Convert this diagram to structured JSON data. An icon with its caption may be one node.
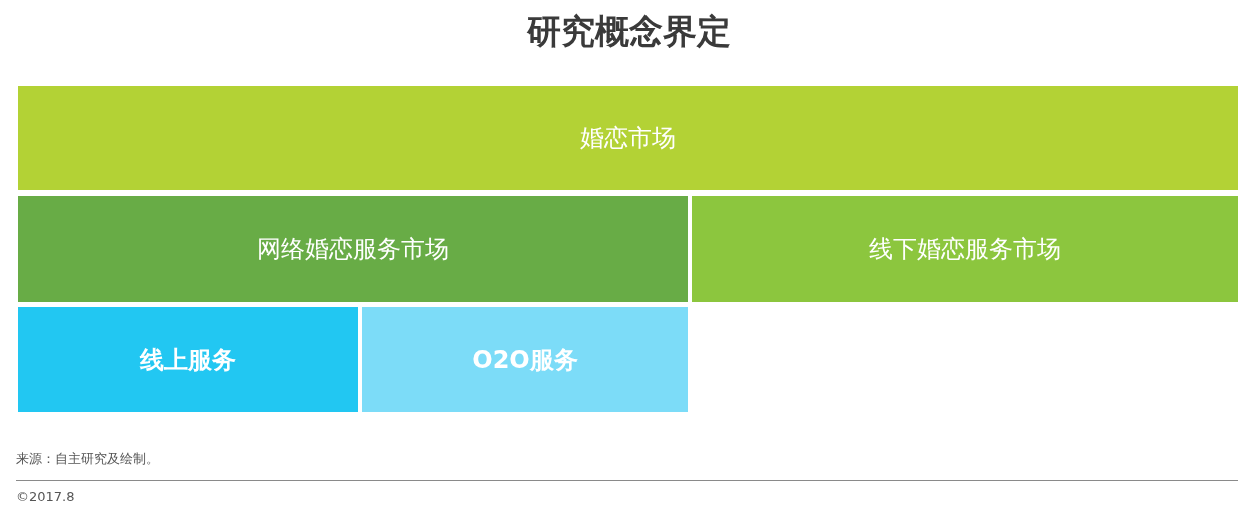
{
  "diagram": {
    "title": "研究概念界定",
    "nodes": [
      {
        "text": [
          "婚恋市场"
        ]
      },
      {
        "text": [
          "网络婚恋服务市场"
        ]
      },
      {
        "text": [
          "线下婚恋服务市场"
        ]
      },
      {
        "text": [
          "线上服务"
        ]
      },
      {
        "text": [
          "O2O服务"
        ]
      }
    ],
    "labels": [
      "来源：自主研究及绘制。",
      "©2017.8"
    ]
  }
}
